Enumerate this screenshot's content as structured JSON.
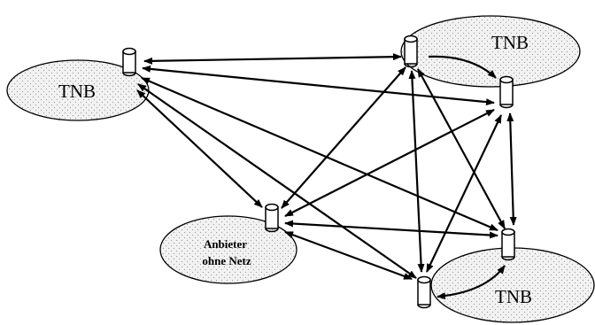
{
  "regions": [
    {
      "id": "tnb-left",
      "label": "TNB"
    },
    {
      "id": "tnb-top-right",
      "label": "TNB"
    },
    {
      "id": "tnb-bottom-right",
      "label": "TNB"
    },
    {
      "id": "anbieter",
      "label_lines": [
        "Anbieter",
        "ohne Netz"
      ]
    }
  ],
  "nodes": [
    {
      "id": "n-left"
    },
    {
      "id": "n-top"
    },
    {
      "id": "n-right-upper"
    },
    {
      "id": "n-mid"
    },
    {
      "id": "n-right-lower"
    },
    {
      "id": "n-bottom"
    }
  ],
  "links": [
    {
      "from": "n-left",
      "to": "n-top",
      "type": "double-arrow"
    },
    {
      "from": "n-left",
      "to": "n-right-upper",
      "type": "double-arrow"
    },
    {
      "from": "n-left",
      "to": "n-right-lower",
      "type": "double-arrow"
    },
    {
      "from": "n-left",
      "to": "n-bottom",
      "type": "double-arrow"
    },
    {
      "from": "n-left",
      "to": "n-mid",
      "type": "double-arrow"
    },
    {
      "from": "n-top",
      "to": "n-right-upper",
      "type": "curved-arrow"
    },
    {
      "from": "n-top",
      "to": "n-mid",
      "type": "double-arrow"
    },
    {
      "from": "n-top",
      "to": "n-bottom",
      "type": "double-arrow"
    },
    {
      "from": "n-top",
      "to": "n-right-lower",
      "type": "double-arrow"
    },
    {
      "from": "n-right-upper",
      "to": "n-mid",
      "type": "double-arrow"
    },
    {
      "from": "n-right-upper",
      "to": "n-right-lower",
      "type": "double-arrow"
    },
    {
      "from": "n-right-upper",
      "to": "n-bottom",
      "type": "double-arrow"
    },
    {
      "from": "n-mid",
      "to": "n-right-lower",
      "type": "double-arrow"
    },
    {
      "from": "n-mid",
      "to": "n-bottom",
      "type": "double-arrow"
    },
    {
      "from": "n-bottom",
      "to": "n-right-lower",
      "type": "curved-arrow"
    }
  ]
}
